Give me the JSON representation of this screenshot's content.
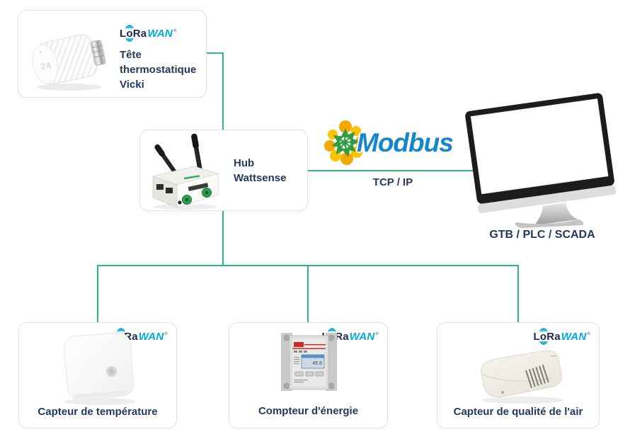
{
  "diagram": {
    "vicki": {
      "label": "Tête thermostatique Vicki",
      "display_value": "24"
    },
    "hub": {
      "label": "Hub Wattsense"
    },
    "modbus": {
      "brand": "Modbus",
      "protocol": "TCP / IP"
    },
    "supervision": {
      "label": "GTB / PLC / SCADA"
    },
    "sensors": {
      "temperature": {
        "label": "Capteur de température"
      },
      "energy": {
        "label": "Compteur d'énergie",
        "meter_reading": "45.6"
      },
      "air_quality": {
        "label": "Capteur de qualité de l'air"
      }
    }
  },
  "logos": {
    "lorawan": {
      "l": "L",
      "o": "o",
      "ra": "Ra",
      "wan": "WAN",
      "reg": "®"
    }
  },
  "colors": {
    "connector_green": "#2eb875",
    "text_navy": "#24395e",
    "lorawan_navy": "#1b2a4a",
    "lorawan_cyan": "#00a9e0",
    "modbus_blue": "#1487cb",
    "modbus_orange": "#f7a800",
    "modbus_yellow": "#fdc300",
    "modbus_green": "#2f9e41"
  }
}
